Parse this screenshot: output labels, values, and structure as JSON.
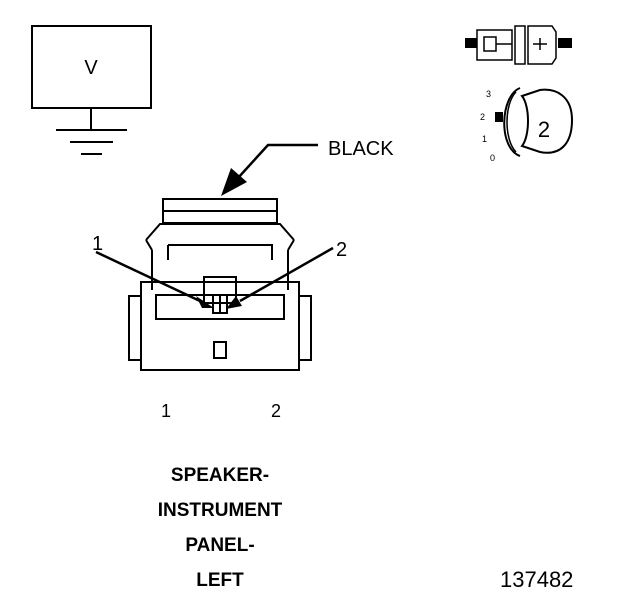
{
  "ground_symbol": {
    "label": "V"
  },
  "connector": {
    "color_label": "BLACK",
    "cavity_callouts": [
      "1",
      "2"
    ],
    "pin_labels": [
      "1",
      "2"
    ]
  },
  "key_icon": {
    "scale_labels": [
      "3",
      "2",
      "1",
      "0"
    ],
    "badge": "2"
  },
  "caption": {
    "lines": [
      "SPEAKER-",
      "INSTRUMENT",
      "PANEL-",
      "LEFT"
    ]
  },
  "figure_number": "137482"
}
